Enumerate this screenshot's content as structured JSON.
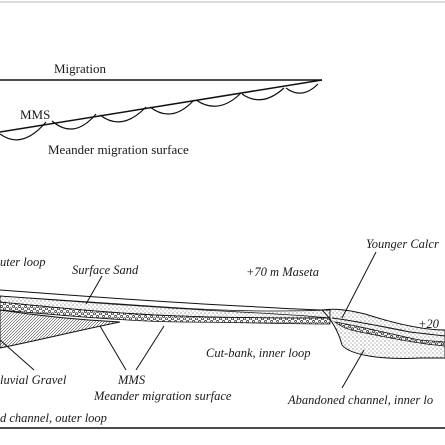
{
  "upper_panel": {
    "migration": "Migration",
    "mms": "MMS",
    "meander_migration_surface": "Meander migration surface"
  },
  "lower_panel": {
    "outer_loop": "uter loop",
    "surface_sand": "Surface Sand",
    "maseta": "+70 m Maseta",
    "younger_calcrete": "Younger Calcr",
    "plus20": "+20",
    "cut_bank": "Cut-bank, inner loop",
    "fluvial_gravel": "luvial Gravel",
    "mms": "MMS",
    "meander_migration_surface": "Meander migration surface",
    "abandoned_inner": "Abandoned channel, inner lo",
    "abandoned_outer": "d channel, outer loop"
  }
}
